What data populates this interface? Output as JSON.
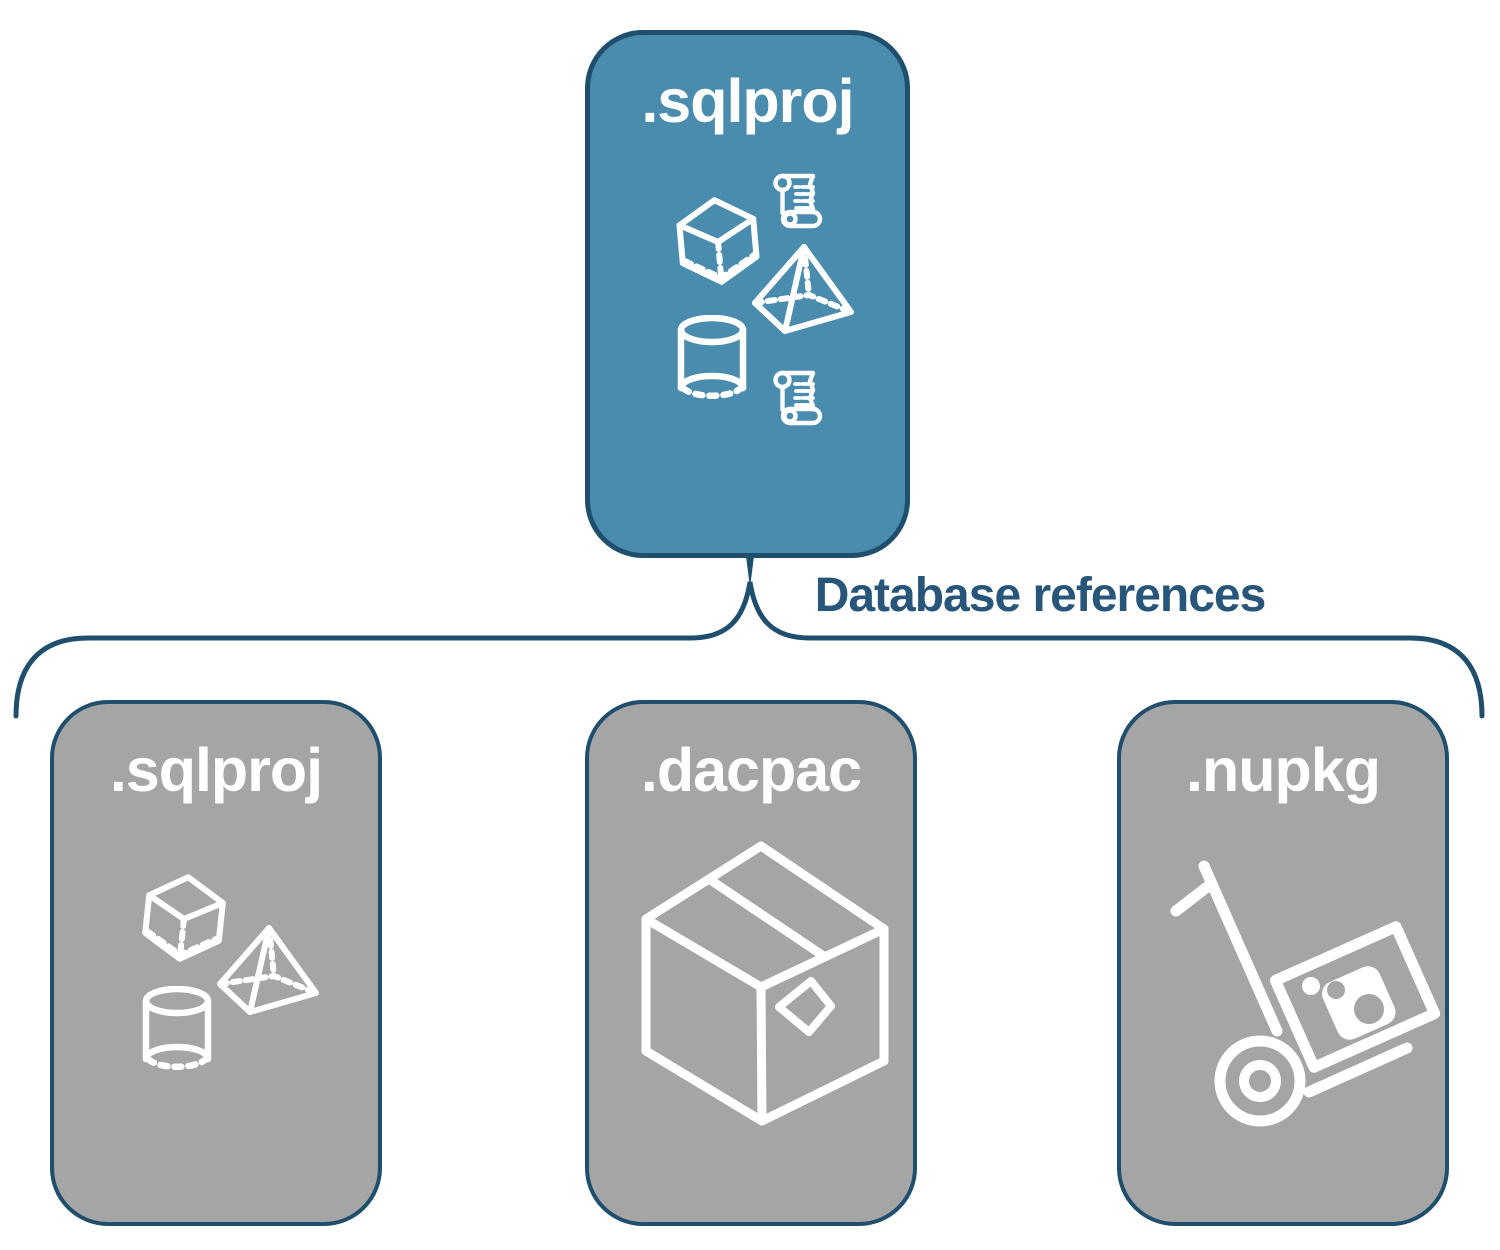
{
  "root_box": {
    "label": ".sqlproj",
    "icons": [
      "cube-icon",
      "scroll-icon",
      "pyramid-icon",
      "cylinder-icon",
      "scroll-icon"
    ]
  },
  "connector": {
    "label": "Database references",
    "shape": "curly-brace"
  },
  "child_boxes": [
    {
      "label": ".sqlproj",
      "icons": [
        "cube-icon",
        "pyramid-icon",
        "cylinder-icon"
      ]
    },
    {
      "label": ".dacpac",
      "icons": [
        "package-box-icon"
      ]
    },
    {
      "label": ".nupkg",
      "icons": [
        "hand-truck-package-icon"
      ]
    }
  ],
  "colors": {
    "root_box_fill": "#4A8CAE",
    "child_box_fill": "#A5A5A5",
    "border": "#1F4F6C",
    "connector": "#1F4F6C",
    "label_text": "#FFFFFF",
    "connector_label_text": "#27567A",
    "background": "#FFFFFF"
  }
}
